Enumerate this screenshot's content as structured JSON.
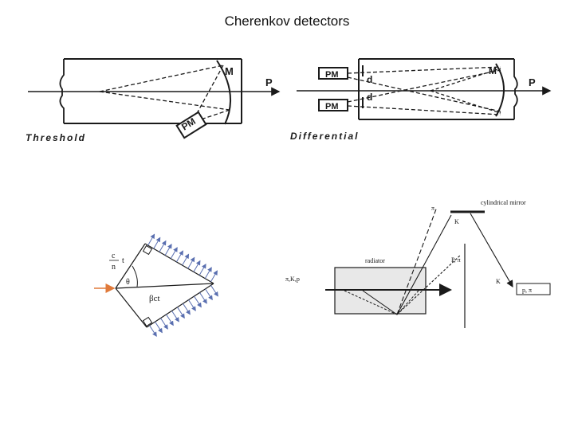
{
  "title": "Cherenkov detectors",
  "threshold": {
    "label": "Threshold",
    "mirror": "M",
    "particle": "P",
    "pm": "PM"
  },
  "differential": {
    "label": "Differential",
    "pm_top": "PM",
    "pm_bottom": "PM",
    "mirror": "M",
    "particle": "P",
    "d_top": "d",
    "d_bottom": "d"
  },
  "cone": {
    "c_over_n": "c",
    "n": "n",
    "t": "t",
    "theta": "θ",
    "beta_ct": "βct"
  },
  "rich": {
    "mirror_label": "cylindrical mirror",
    "radiator_label": "radiator",
    "beam_label": "π,K,p",
    "pi": "π",
    "k": "K",
    "p_pi": "P, π",
    "k2": "K",
    "readout": "p, π"
  },
  "colors": {
    "ink": "#1a1a1a",
    "wave_arrow": "#5a6fb0",
    "incoming_arrow": "#e07a3a",
    "radiator_fill": "#e8e8e8"
  }
}
